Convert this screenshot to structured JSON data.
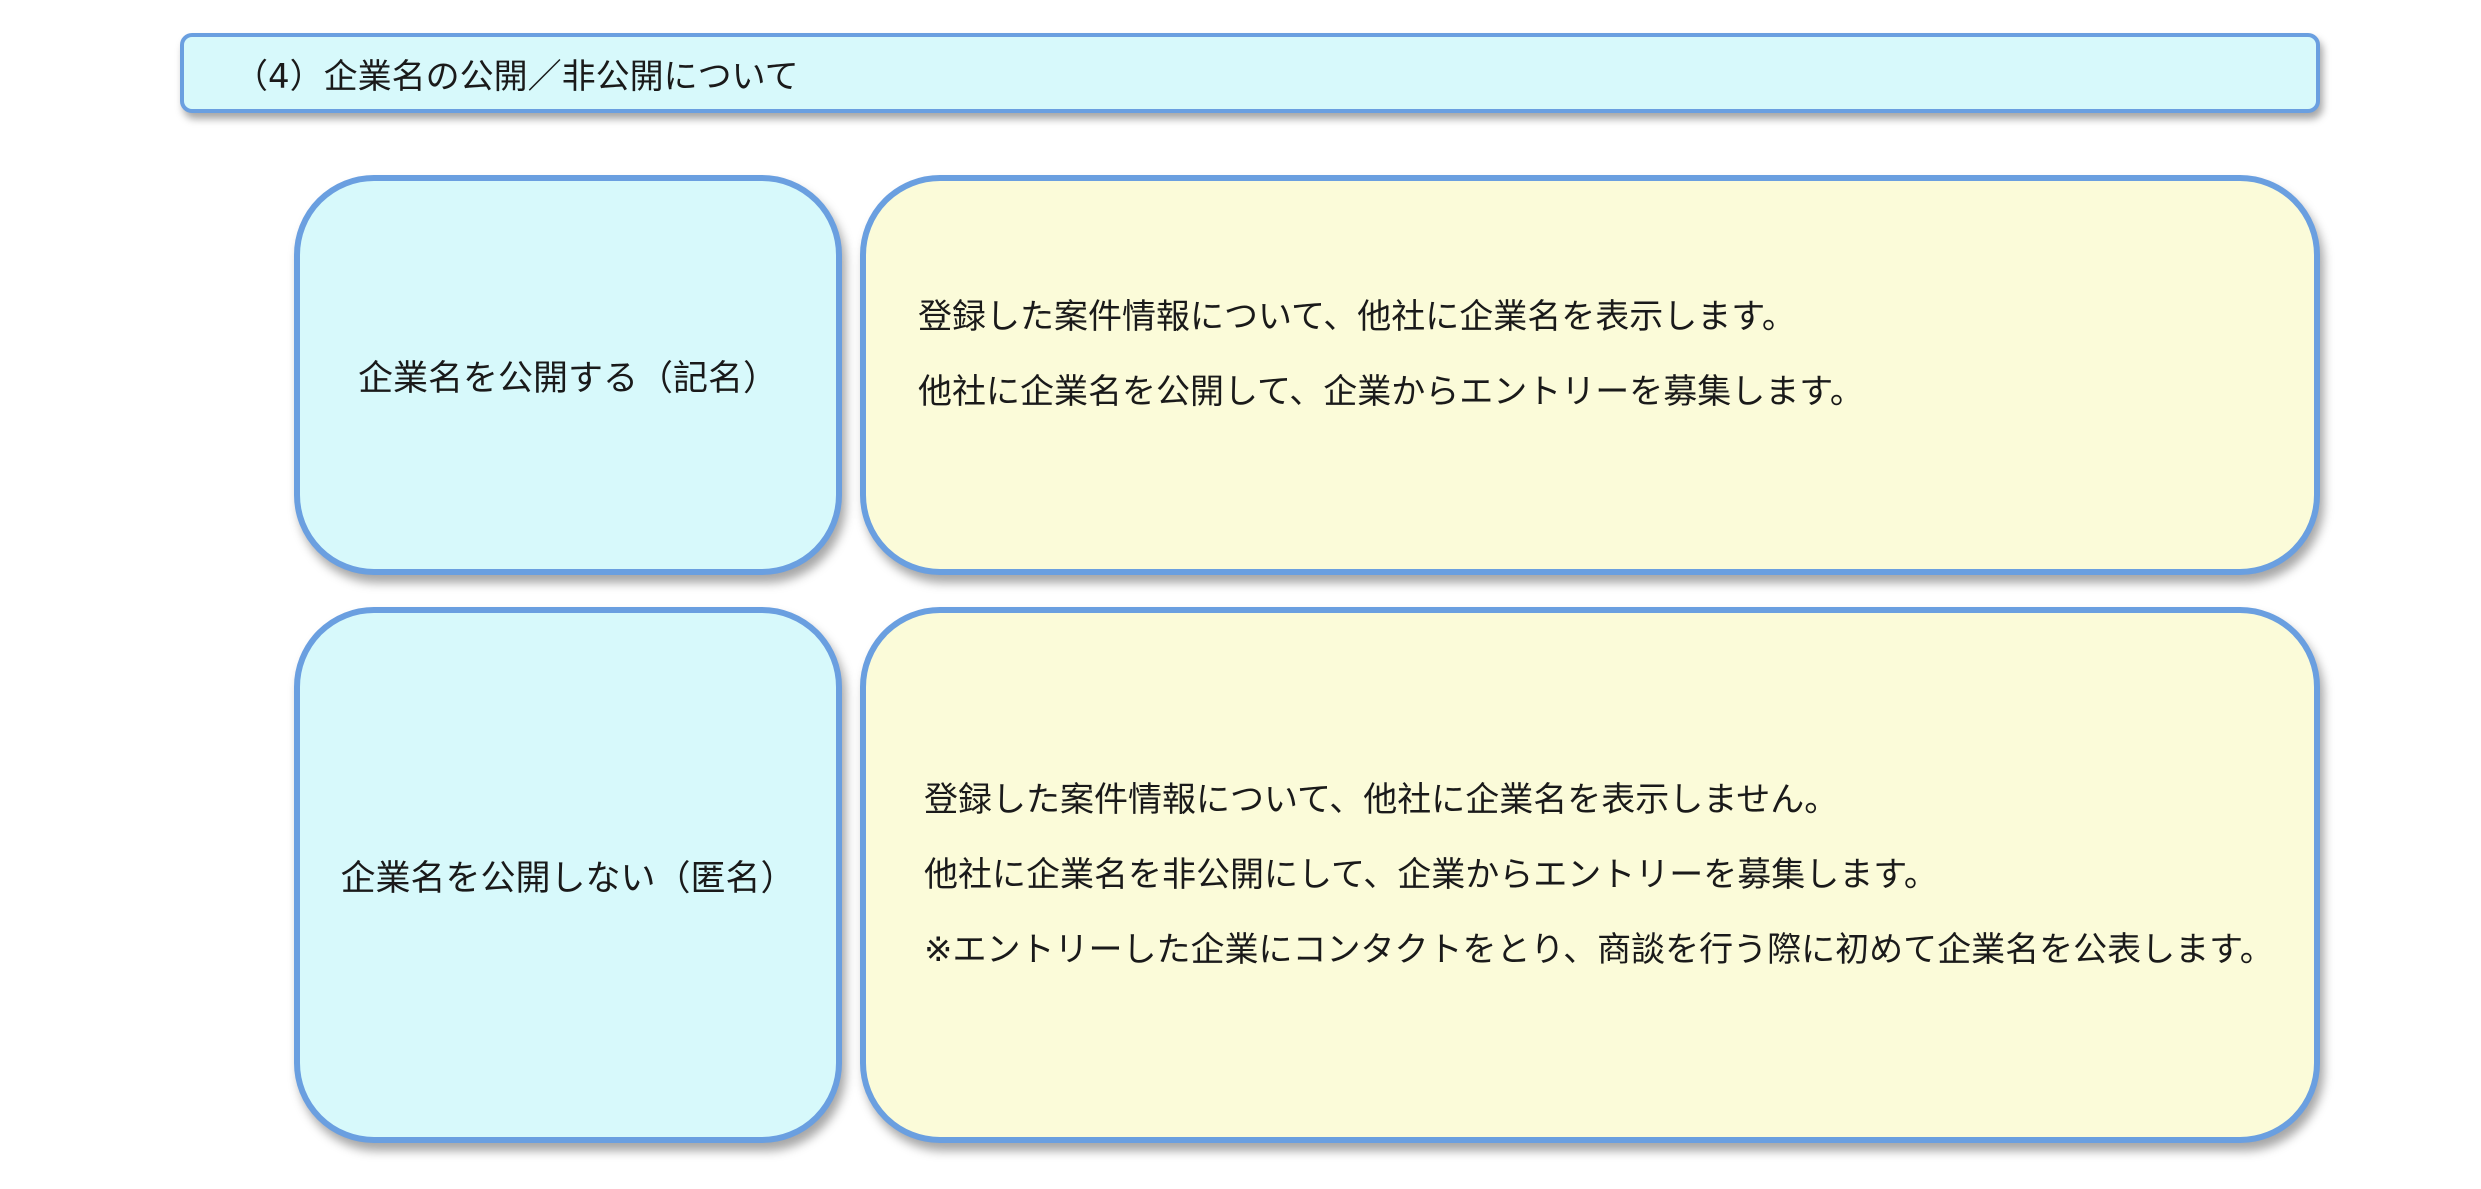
{
  "header": {
    "title": "（4）企業名の公開／非公開について"
  },
  "options": [
    {
      "label": "企業名を公開する（記名）",
      "lines": [
        "登録した案件情報について、他社に企業名を表示します。",
        "他社に企業名を公開して、企業からエントリーを募集します。"
      ]
    },
    {
      "label": "企業名を公開しない（匿名）",
      "lines": [
        "登録した案件情報について、他社に企業名を表示しません。",
        "他社に企業名を非公開にして、企業からエントリーを募集します。",
        "※エントリーした企業にコンタクトをとり、商談を行う際に初めて企業名を公表します。"
      ]
    }
  ],
  "colors": {
    "label_fill": "#d7f9fb",
    "description_fill": "#fbfbd9",
    "border": "#6a9fe0"
  }
}
